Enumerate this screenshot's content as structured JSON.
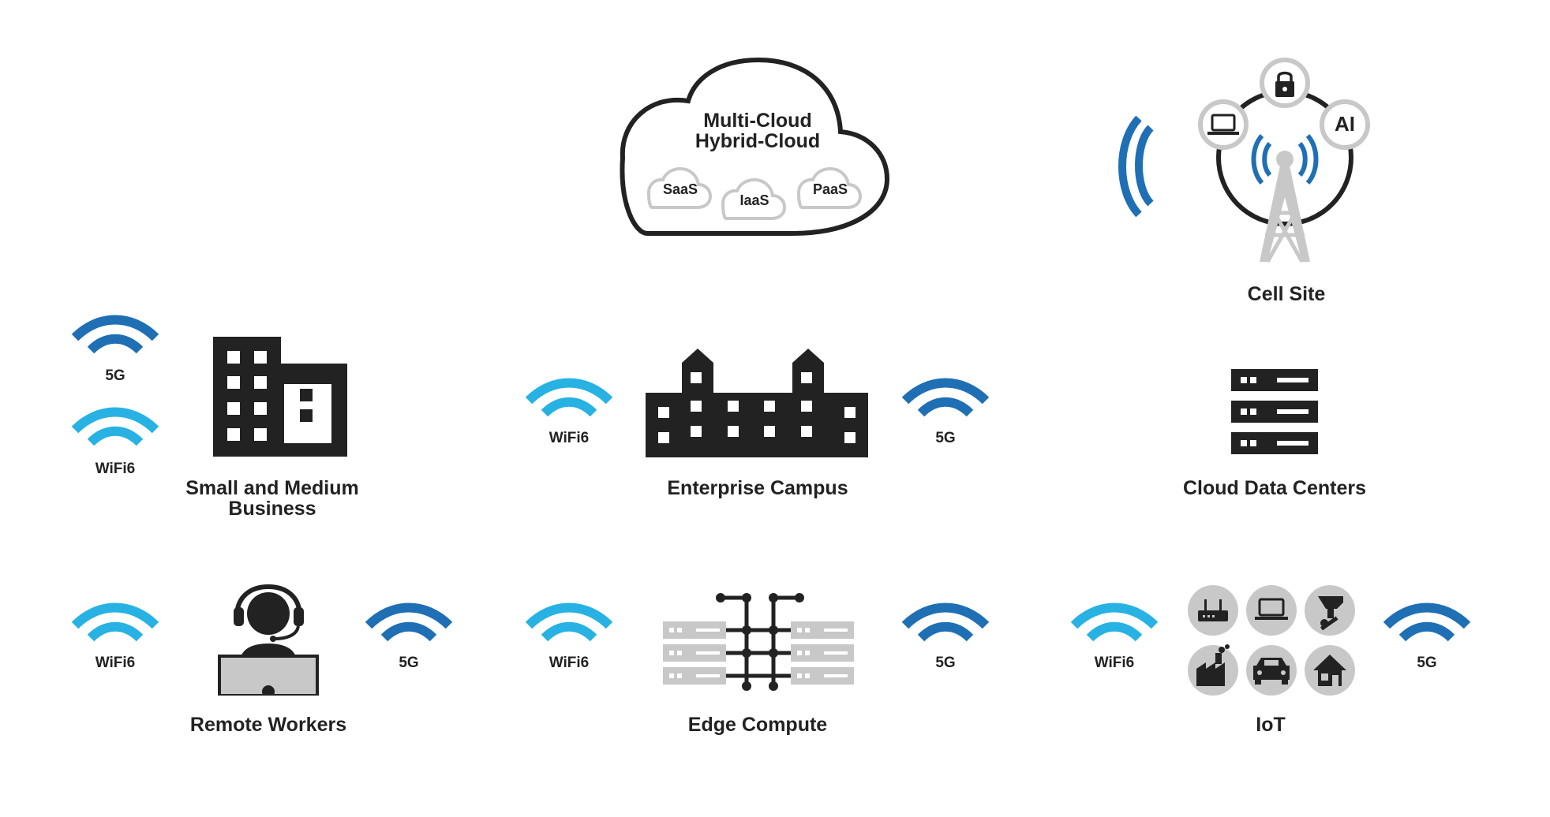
{
  "colors": {
    "dark": "#222222",
    "blue_5g": "#1f6fb5",
    "blue_wifi": "#27b2e3",
    "grey": "#c8c8c8"
  },
  "cloud": {
    "title_line1": "Multi-Cloud",
    "title_line2": "Hybrid-Cloud",
    "services": [
      "SaaS",
      "IaaS",
      "PaaS"
    ]
  },
  "cell_site": {
    "label": "Cell Site",
    "badge_ai": "AI",
    "icons": [
      "laptop-icon",
      "lock-icon",
      "ai-icon",
      "cell-tower-icon"
    ]
  },
  "nodes": {
    "smb": {
      "line1": "Small and Medium",
      "line2": "Business",
      "icon": "office-building-icon"
    },
    "campus": {
      "label": "Enterprise Campus",
      "icon": "campus-building-icon"
    },
    "datacenter": {
      "label": "Cloud Data Centers",
      "icon": "server-rack-icon"
    },
    "remote": {
      "label": "Remote Workers",
      "icon": "headset-worker-icon"
    },
    "edge": {
      "label": "Edge Compute",
      "icon": "edge-compute-icon"
    },
    "iot": {
      "label": "IoT",
      "icons": [
        "router-icon",
        "laptop-icon",
        "camera-icon",
        "factory-icon",
        "car-icon",
        "home-icon"
      ]
    }
  },
  "signals": {
    "label_5g": "5G",
    "label_wifi": "WiFi6"
  }
}
